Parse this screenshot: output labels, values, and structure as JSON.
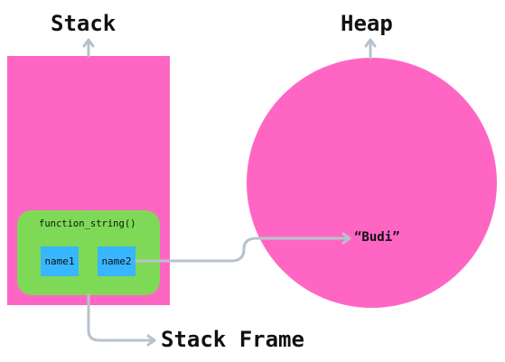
{
  "labels": {
    "stack_title": "Stack",
    "heap_title": "Heap",
    "stack_frame_label": "Stack Frame"
  },
  "stack_frame": {
    "function_name": "function_string()",
    "variables": [
      "name1",
      "name2"
    ]
  },
  "heap": {
    "value": "“Budi”"
  },
  "colors": {
    "region": "#ff66c4",
    "frame": "#7ed957",
    "variable": "#38b6ff",
    "arrow": "#b8c2cc"
  }
}
